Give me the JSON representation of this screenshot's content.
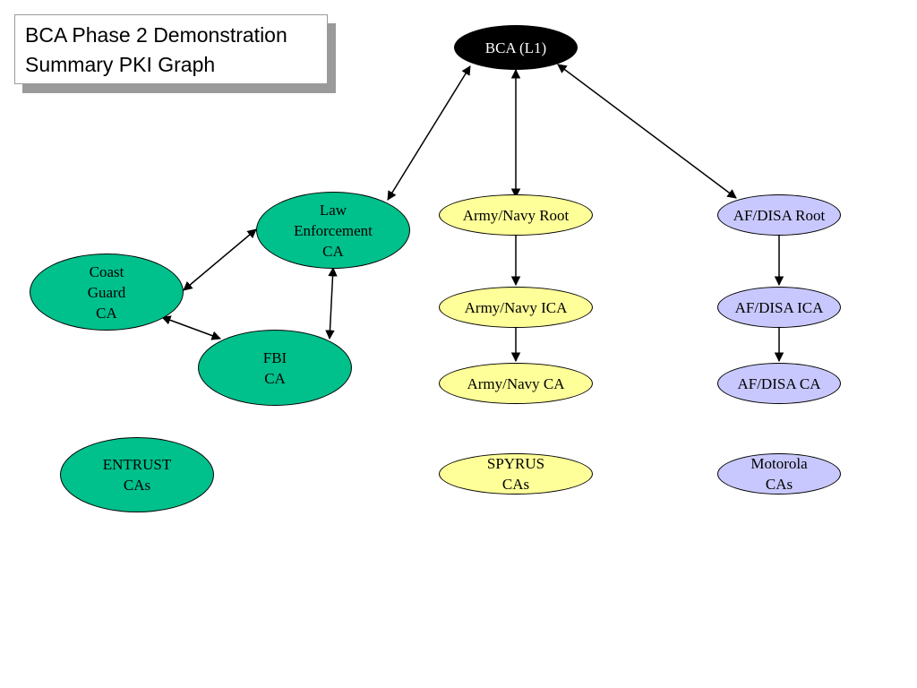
{
  "title": {
    "line1": "BCA Phase 2 Demonstration",
    "line2": "Summary PKI Graph"
  },
  "colors": {
    "root": "#000000",
    "green": "#00c08c",
    "yellow": "#ffff99",
    "lavender": "#c8c8ff",
    "edge": "#000000"
  },
  "nodes": {
    "bca": {
      "label": "BCA (L1)"
    },
    "law": {
      "label": "Law\nEnforcement\nCA"
    },
    "coast": {
      "label": "Coast\nGuard\nCA"
    },
    "fbi": {
      "label": "FBI\nCA"
    },
    "entrust": {
      "label": "ENTRUST\nCAs"
    },
    "army_root": {
      "label": "Army/Navy Root"
    },
    "army_ica": {
      "label": "Army/Navy ICA"
    },
    "army_ca": {
      "label": "Army/Navy CA"
    },
    "spyrus": {
      "label": "SPYRUS\nCAs"
    },
    "af_root": {
      "label": "AF/DISA Root"
    },
    "af_ica": {
      "label": "AF/DISA ICA"
    },
    "af_ca": {
      "label": "AF/DISA CA"
    },
    "motorola": {
      "label": "Motorola\nCAs"
    }
  },
  "edges": [
    {
      "from": "bca",
      "to": "law",
      "type": "bidirectional"
    },
    {
      "from": "bca",
      "to": "army_root",
      "type": "bidirectional"
    },
    {
      "from": "bca",
      "to": "af_root",
      "type": "bidirectional"
    },
    {
      "from": "law",
      "to": "coast",
      "type": "bidirectional"
    },
    {
      "from": "law",
      "to": "fbi",
      "type": "bidirectional"
    },
    {
      "from": "coast",
      "to": "fbi",
      "type": "bidirectional"
    },
    {
      "from": "army_root",
      "to": "army_ica",
      "type": "directed"
    },
    {
      "from": "army_ica",
      "to": "army_ca",
      "type": "directed"
    },
    {
      "from": "af_root",
      "to": "af_ica",
      "type": "directed"
    },
    {
      "from": "af_ica",
      "to": "af_ca",
      "type": "directed"
    }
  ]
}
